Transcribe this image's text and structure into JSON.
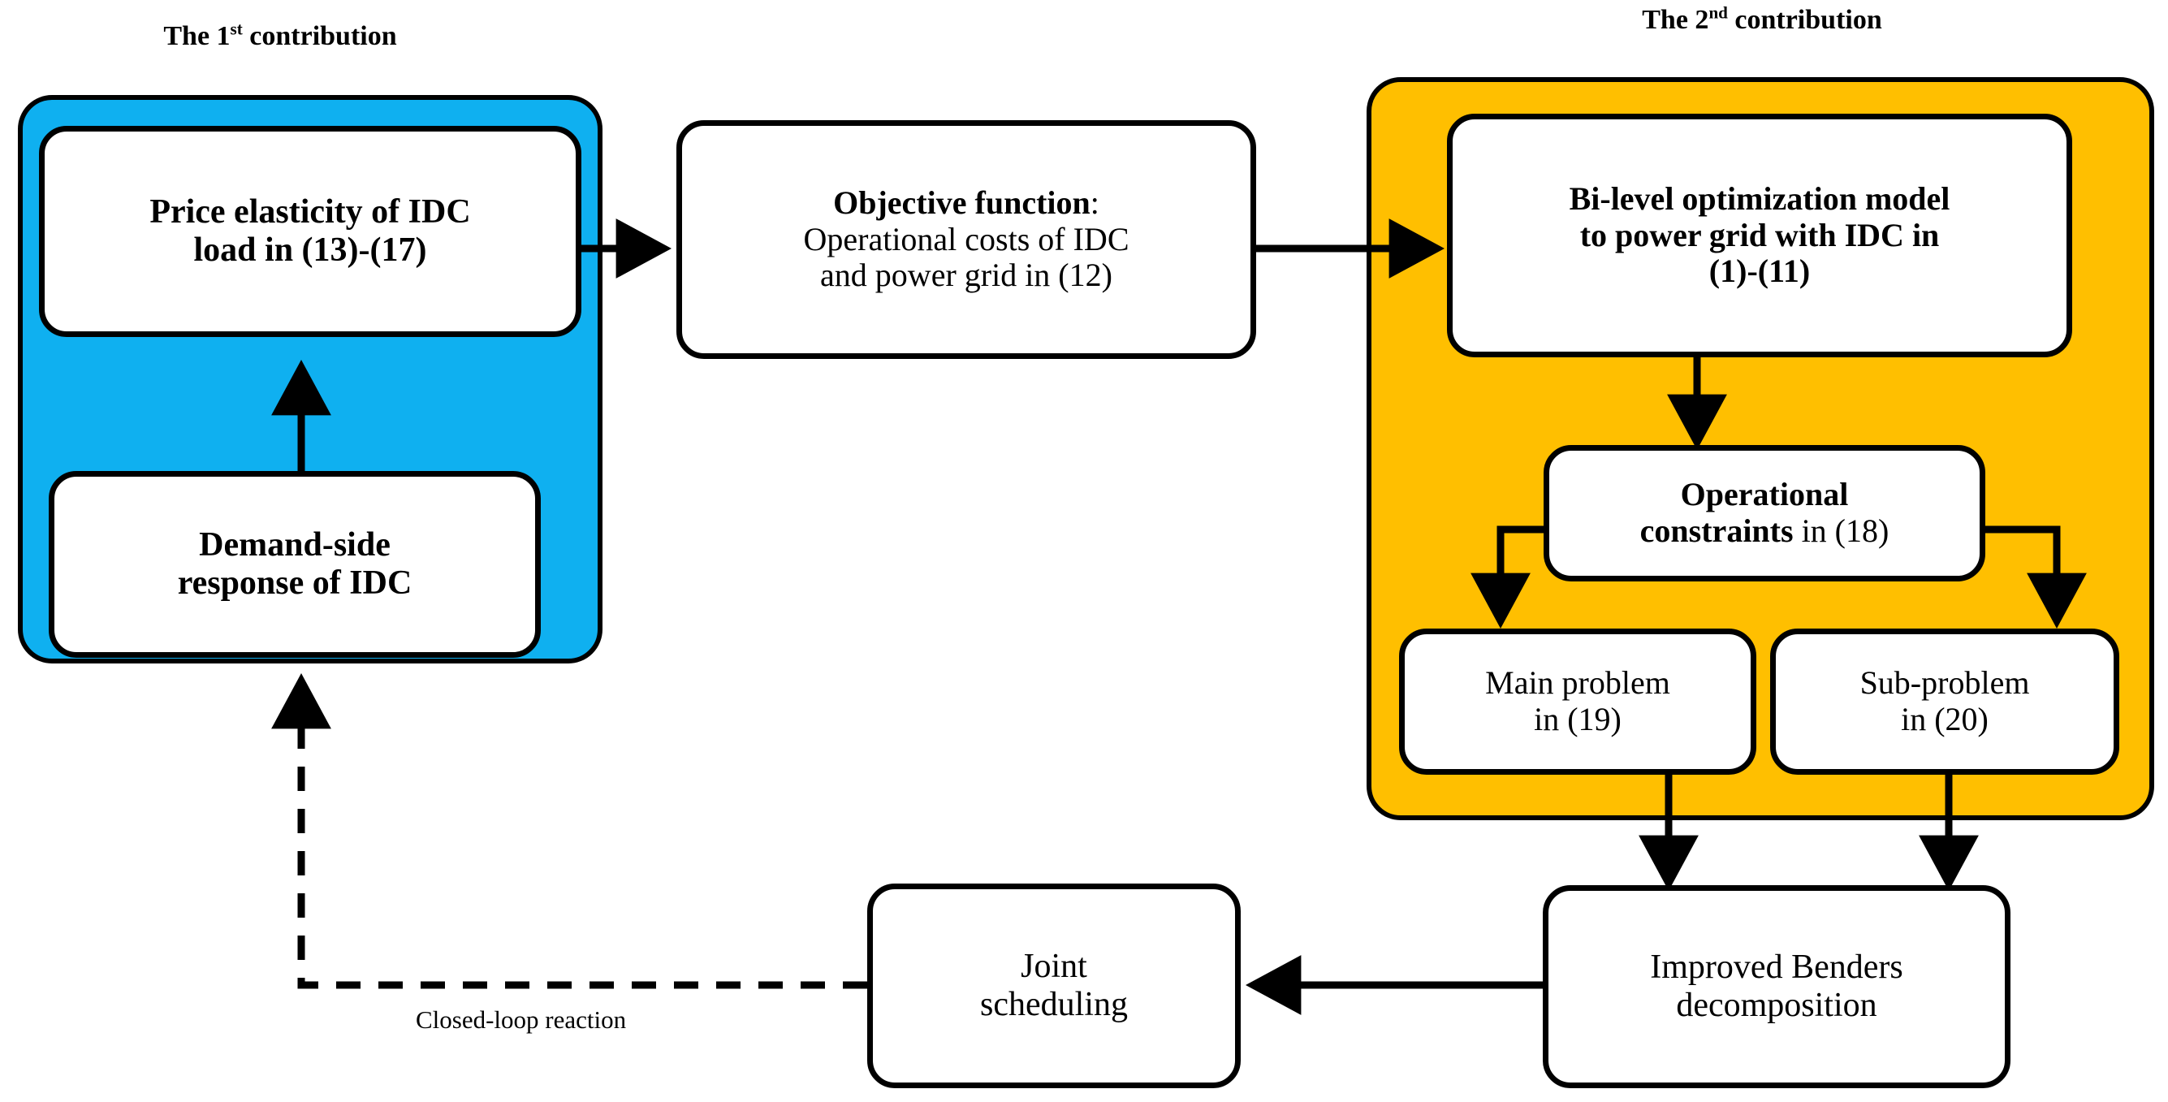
{
  "diagram": {
    "title_region": "Research framework flowchart",
    "colors": {
      "contribution_1_fill": "#0fb0f0",
      "contribution_2_fill": "#ffbf00",
      "node_fill": "#ffffff",
      "stroke": "#000000"
    },
    "group_labels": [
      {
        "id": "contribution-1",
        "prefix": "The 1",
        "sup": "st",
        "suffix": " contribution"
      },
      {
        "id": "contribution-2",
        "prefix": "The 2",
        "sup": "nd",
        "suffix": " contribution"
      }
    ],
    "nodes": [
      {
        "id": "price-elasticity",
        "lines": [
          {
            "text": "Price elasticity of IDC",
            "weight": "bold"
          },
          {
            "text": "load in (13)-(17)",
            "weight": "bold"
          }
        ]
      },
      {
        "id": "demand-side-response",
        "lines": [
          {
            "text": "Demand-side",
            "weight": "bold"
          },
          {
            "text": "response of IDC",
            "weight": "bold"
          }
        ]
      },
      {
        "id": "objective-function",
        "lines": [
          {
            "text": "Objective function",
            "weight": "bold",
            "tail": ":"
          },
          {
            "text": "Operational costs of IDC",
            "weight": "normal"
          },
          {
            "text": "and power grid in (12)",
            "weight": "normal"
          }
        ]
      },
      {
        "id": "bilevel-model",
        "lines": [
          {
            "text": "Bi-level optimization model",
            "weight": "bold"
          },
          {
            "text": "to power grid with IDC in",
            "weight": "bold"
          },
          {
            "text": "(1)-(11)",
            "weight": "bold"
          }
        ]
      },
      {
        "id": "operational-constraints",
        "lines": [
          {
            "text": "Operational",
            "weight": "bold"
          },
          {
            "text": "constraints",
            "weight": "bold",
            "tail": " in (18)"
          }
        ]
      },
      {
        "id": "main-problem",
        "lines": [
          {
            "text": "Main problem",
            "weight": "normal"
          },
          {
            "text": "in (19)",
            "weight": "normal"
          }
        ]
      },
      {
        "id": "sub-problem",
        "lines": [
          {
            "text": "Sub-problem",
            "weight": "normal"
          },
          {
            "text": "in (20)",
            "weight": "normal"
          }
        ]
      },
      {
        "id": "improved-benders",
        "lines": [
          {
            "text": "Improved Benders",
            "weight": "normal"
          },
          {
            "text": "decomposition",
            "weight": "normal"
          }
        ]
      },
      {
        "id": "joint-scheduling",
        "lines": [
          {
            "text": "Joint",
            "weight": "normal"
          },
          {
            "text": "scheduling",
            "weight": "normal"
          }
        ]
      }
    ],
    "edge_labels": [
      {
        "id": "closed-loop",
        "text": "Closed-loop reaction",
        "style": "dashed"
      }
    ],
    "text": {
      "price_l1": "Price elasticity of IDC",
      "price_l2": "load in (13)-(17)",
      "demand_l1": "Demand-side",
      "demand_l2": "response of IDC",
      "obj_l1_bold": "Objective function",
      "obj_l1_tail": ":",
      "obj_l2": "Operational costs of IDC",
      "obj_l3": "and power grid in (12)",
      "bilevel_l1": "Bi-level optimization model",
      "bilevel_l2": "to power grid with IDC in",
      "bilevel_l3": "(1)-(11)",
      "opcon_l1": "Operational",
      "opcon_l2_bold": "constraints",
      "opcon_l2_tail": " in (18)",
      "main_l1": "Main problem",
      "main_l2": "in (19)",
      "sub_l1": "Sub-problem",
      "sub_l2": "in (20)",
      "benders_l1": "Improved Benders",
      "benders_l2": "decomposition",
      "joint_l1": "Joint",
      "joint_l2": "scheduling",
      "closed_loop": "Closed-loop reaction",
      "label1_pre": "The 1",
      "label1_sup": "st",
      "label1_post": " contribution",
      "label2_pre": "The 2",
      "label2_sup": "nd",
      "label2_post": " contribution"
    }
  }
}
